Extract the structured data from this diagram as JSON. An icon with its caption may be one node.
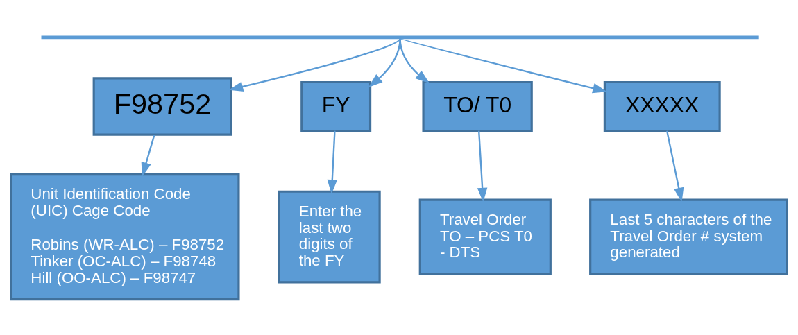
{
  "diagram": {
    "nodes": [
      {
        "text": [],
        "shape": "bar"
      },
      {
        "text": [
          "F98752"
        ]
      },
      {
        "text": [
          "FY"
        ]
      },
      {
        "text": [
          "TO/ T0"
        ]
      },
      {
        "text": [
          "XXXXX"
        ]
      },
      {
        "text": [
          "Unit Identification Code (UIC) Cage Code",
          "Robins (WR-ALC) – F98752 Tinker (OC-ALC) – F98748 Hill (OO-ALC) – F98747"
        ]
      },
      {
        "text": [
          "Enter the last two digits of the FY"
        ]
      },
      {
        "text": [
          "Travel Order TO – PCS T0 - DTS"
        ]
      },
      {
        "text": [
          "Last 5 characters of the Travel Order # system generated"
        ]
      }
    ],
    "edges": [
      {
        "from": 0,
        "to": 1,
        "arrow": "to"
      },
      {
        "from": 0,
        "to": 2,
        "arrow": "to"
      },
      {
        "from": 0,
        "to": 3,
        "arrow": "to"
      },
      {
        "from": 0,
        "to": 4,
        "arrow": "to"
      },
      {
        "from": 1,
        "to": 5,
        "arrow": "to"
      },
      {
        "from": 2,
        "to": 6,
        "arrow": "to"
      },
      {
        "from": 3,
        "to": 7,
        "arrow": "to"
      },
      {
        "from": 4,
        "to": 8,
        "arrow": "to"
      }
    ]
  }
}
